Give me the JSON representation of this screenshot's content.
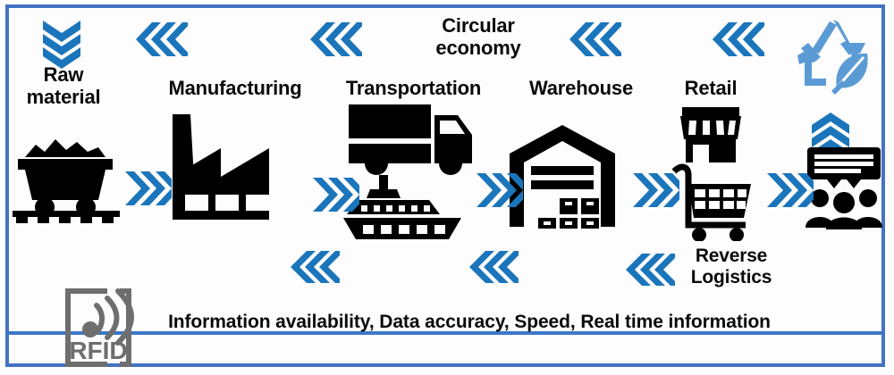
{
  "diagram": {
    "title_text": "Circular economy",
    "border_color": "#4472C4",
    "forward_flow_color": "#1B75BB",
    "reverse_flow_color": "#1B75BB",
    "recycle_color": "#5B9BD5",
    "icon_color": "#000000",
    "rfid_color": "#6E6E6E",
    "baseline_color": "#3C78C8"
  },
  "stages": [
    {
      "id": "raw-material",
      "label": "Raw\nmaterial",
      "icon": "mine-cart-icon"
    },
    {
      "id": "manufacturing",
      "label": "Manufacturing",
      "icon": "factory-icon"
    },
    {
      "id": "transportation",
      "label": "Transportation",
      "icon": "truck-and-ship-icon"
    },
    {
      "id": "warehouse",
      "label": "Warehouse",
      "icon": "warehouse-icon"
    },
    {
      "id": "retail",
      "label": "Retail",
      "icon": "shop-and-cart-icon"
    },
    {
      "id": "consumer",
      "label": "",
      "icon": "customers-icon"
    }
  ],
  "annotations": {
    "circular_economy": "Circular economy",
    "reverse_logistics": "Reverse\nLogistics",
    "bottom_banner": "Information availability, Data accuracy, Speed, Real time information",
    "rfid_label": "RFID"
  },
  "flows": {
    "forward_label": "forward supply flow",
    "reverse_label": "reverse / circular flow",
    "down_label": "input flow into raw material",
    "up_label": "feedback flow from consumer"
  }
}
